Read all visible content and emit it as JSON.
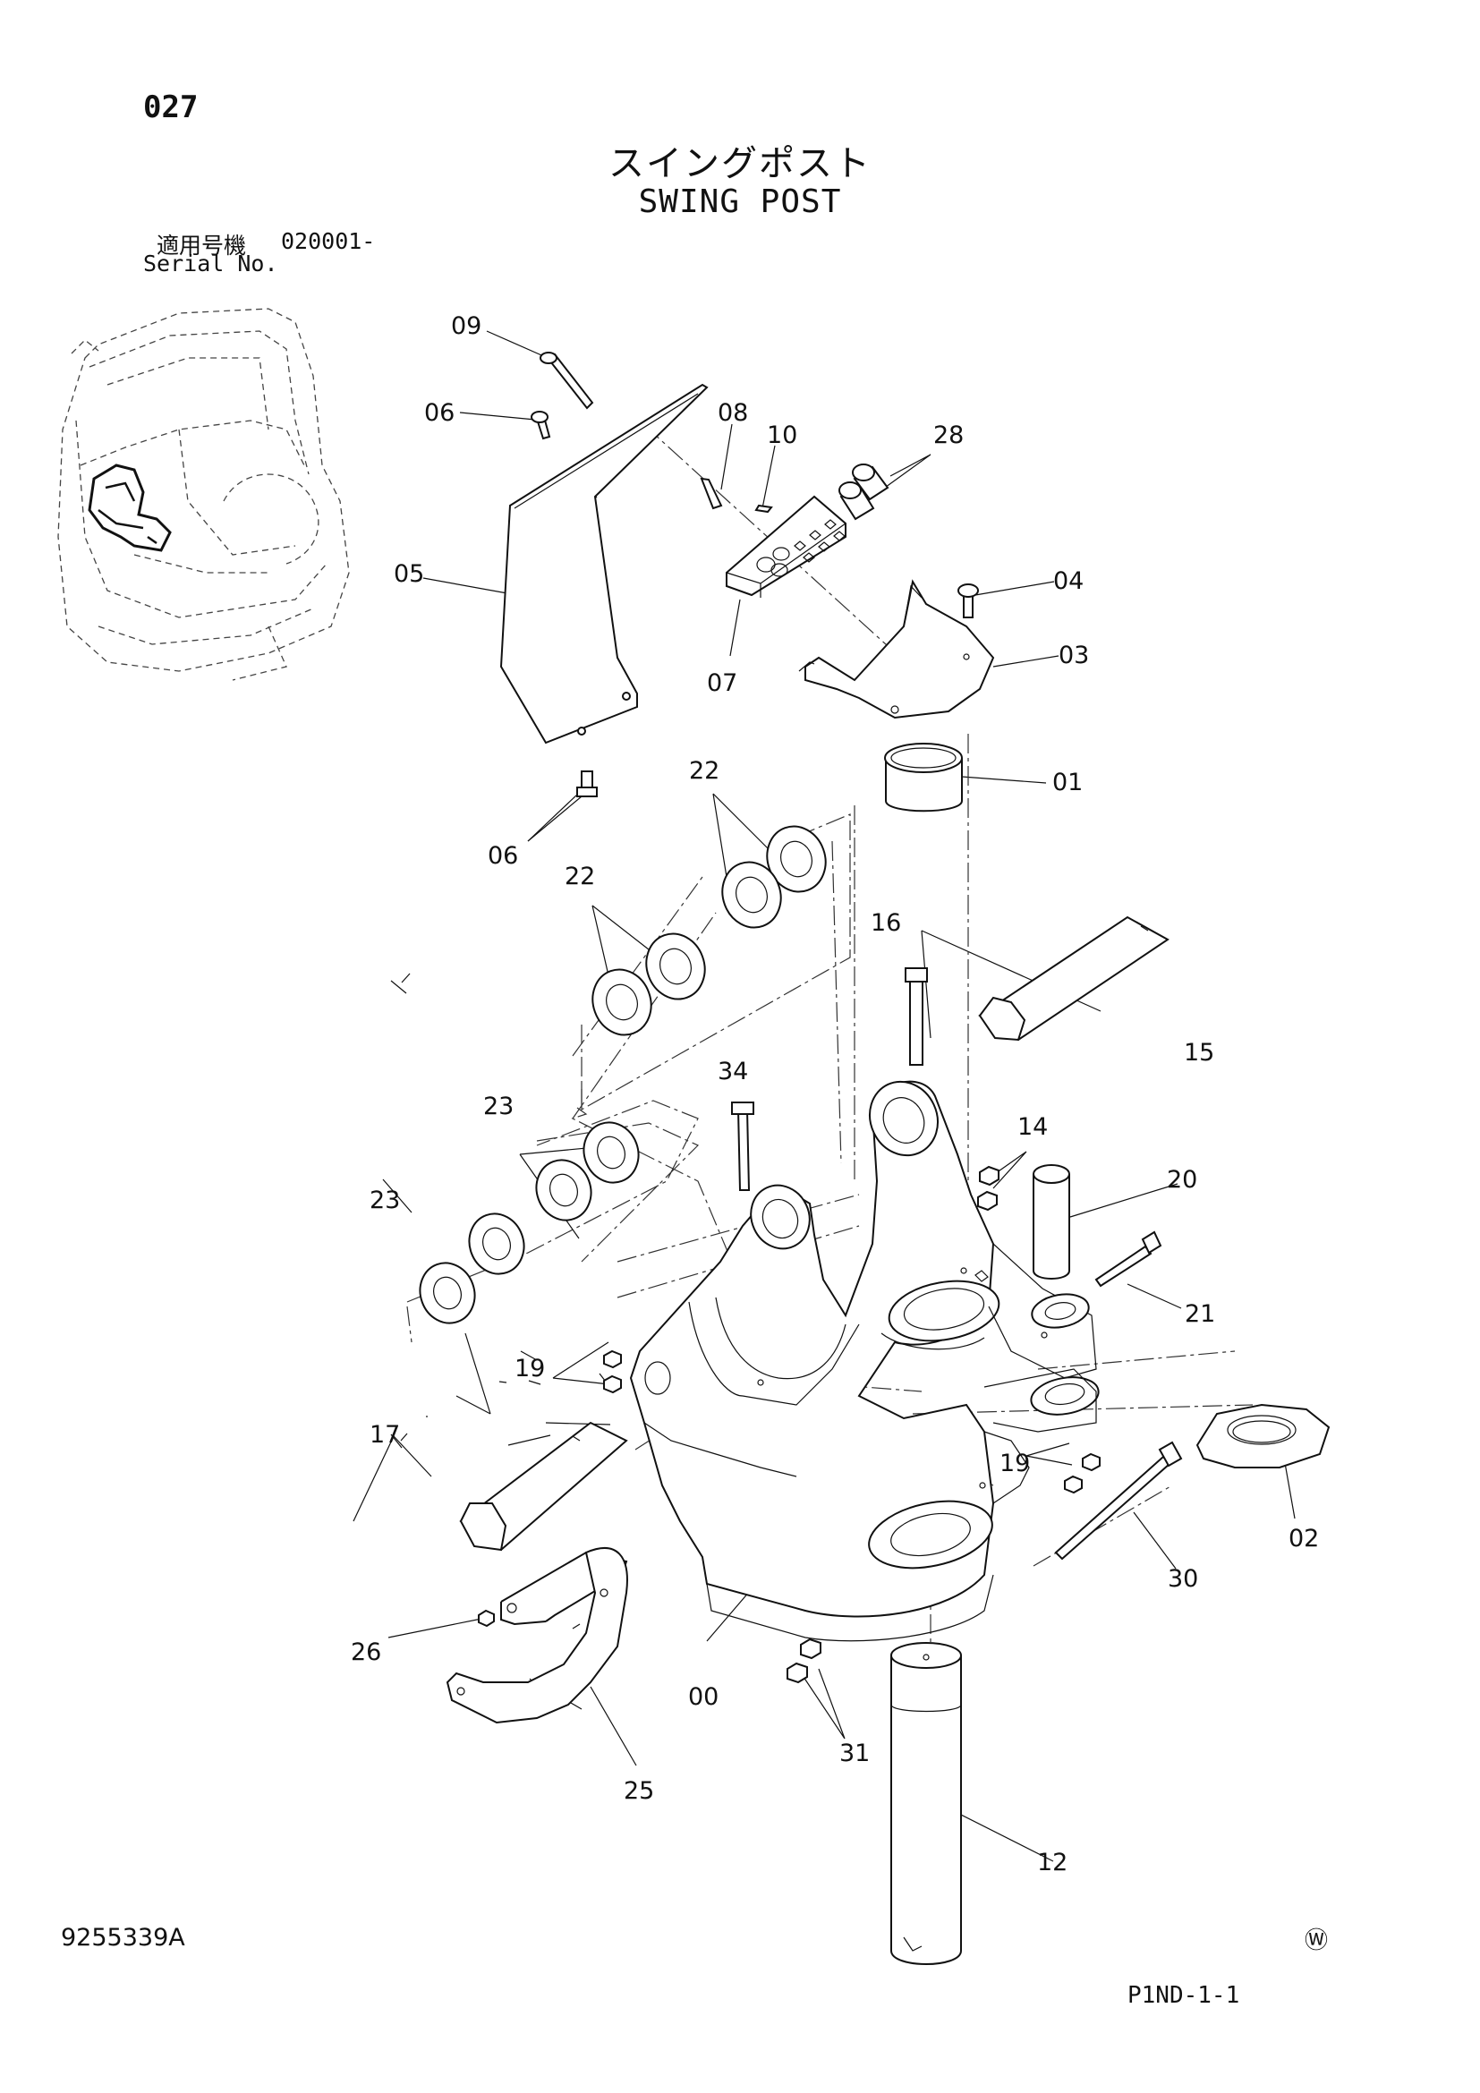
{
  "header": {
    "page_number": "027",
    "title_jp": "スイングポスト",
    "title_en": "SWING POST",
    "serial_label_jp": "適用号機",
    "serial_range": "020001-",
    "serial_label_en": "Serial No."
  },
  "footer": {
    "drawing_number": "9255339A",
    "watermark": "Ⓦ",
    "reference": "P1ND-1-1"
  },
  "callouts": {
    "c00": "00",
    "c01": "01",
    "c02": "02",
    "c03": "03",
    "c04": "04",
    "c05": "05",
    "c06a": "06",
    "c06b": "06",
    "c07": "07",
    "c08": "08",
    "c09": "09",
    "c10": "10",
    "c12": "12",
    "c14": "14",
    "c15": "15",
    "c16": "16",
    "c17": "17",
    "c19a": "19",
    "c19b": "19",
    "c20": "20",
    "c21": "21",
    "c22a": "22",
    "c22b": "22",
    "c23a": "23",
    "c23b": "23",
    "c25": "25",
    "c26": "26",
    "c28": "28",
    "c30": "30",
    "c31": "31",
    "c34": "34"
  },
  "colors": {
    "ink": "#111111",
    "paper": "#ffffff"
  }
}
